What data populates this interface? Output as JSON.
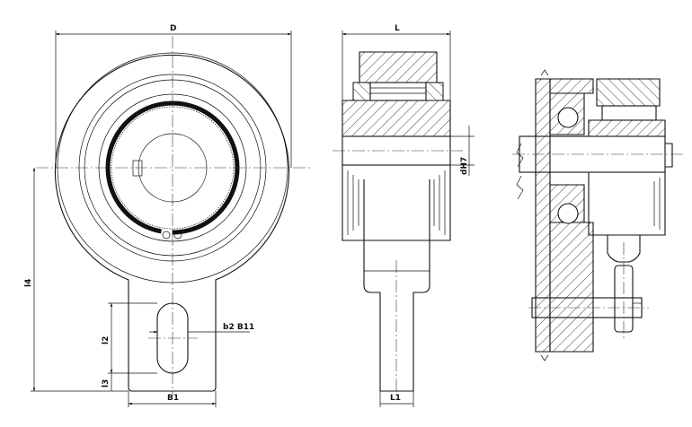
{
  "labels": {
    "D": "D",
    "L": "L",
    "dH7": "dH7",
    "l4": "l4",
    "l2": "l2",
    "l3": "l3",
    "b2B11": "b2 B11",
    "B1": "B1",
    "L1": "L1"
  }
}
